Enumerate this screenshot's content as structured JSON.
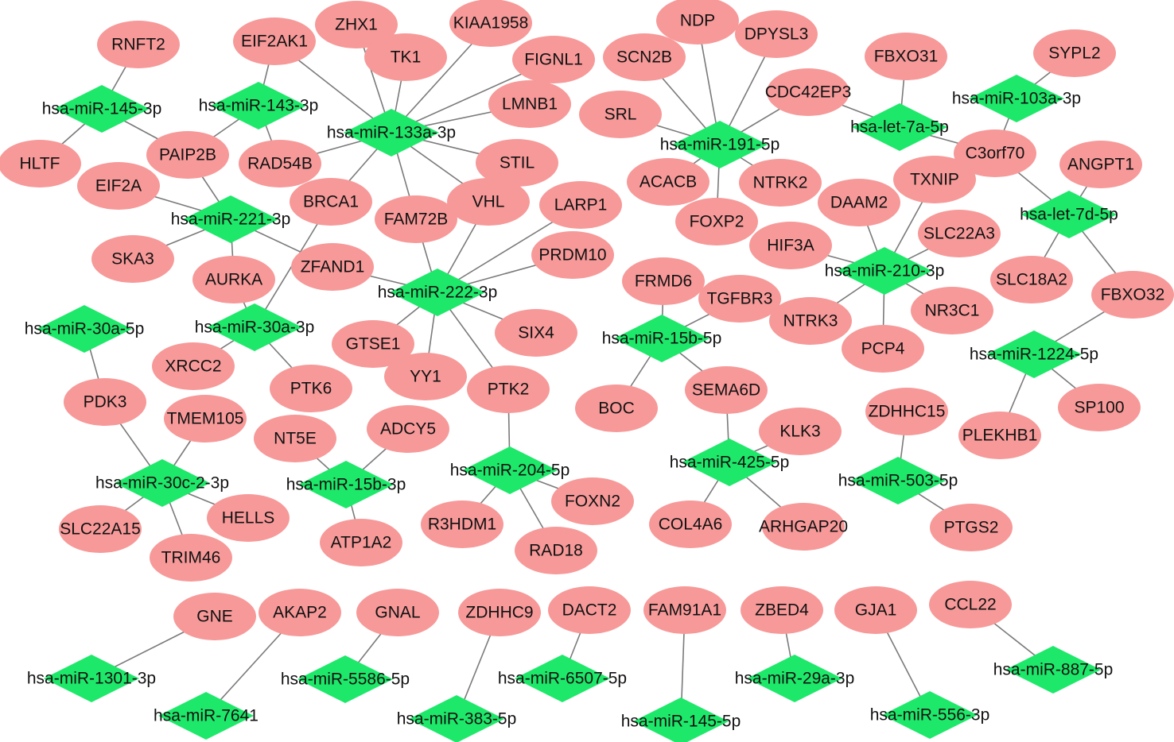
{
  "colors": {
    "gene": "#f79999",
    "mirna": "#1ee86a",
    "edge": "#7a7a7a",
    "text": "#111111"
  },
  "legend_shapes": {
    "gene": "ellipse",
    "mirna": "diamond"
  },
  "mirnas": [
    {
      "id": "m145_3p",
      "label": "hsa-miR-145-3p"
    },
    {
      "id": "m143_3p",
      "label": "hsa-miR-143-3p"
    },
    {
      "id": "m133a_3p",
      "label": "hsa-miR-133a-3p"
    },
    {
      "id": "m191_5p",
      "label": "hsa-miR-191-5p"
    },
    {
      "id": "let7a_5p",
      "label": "hsa-let-7a-5p"
    },
    {
      "id": "m103a_3p",
      "label": "hsa-miR-103a-3p"
    },
    {
      "id": "m221_3p",
      "label": "hsa-miR-221-3p"
    },
    {
      "id": "let7d_5p",
      "label": "hsa-let-7d-5p"
    },
    {
      "id": "m210_3p",
      "label": "hsa-miR-210-3p"
    },
    {
      "id": "m222_3p",
      "label": "hsa-miR-222-3p"
    },
    {
      "id": "m30a_5p",
      "label": "hsa-miR-30a-5p"
    },
    {
      "id": "m30a_3p",
      "label": "hsa-miR-30a-3p"
    },
    {
      "id": "m15b_5p",
      "label": "hsa-miR-15b-5p"
    },
    {
      "id": "m1224_5p",
      "label": "hsa-miR-1224-5p"
    },
    {
      "id": "m30c2_3p",
      "label": "hsa-miR-30c-2-3p"
    },
    {
      "id": "m15b_3p",
      "label": "hsa-miR-15b-3p"
    },
    {
      "id": "m204_5p",
      "label": "hsa-miR-204-5p"
    },
    {
      "id": "m425_5p",
      "label": "hsa-miR-425-5p"
    },
    {
      "id": "m503_5p",
      "label": "hsa-miR-503-5p"
    },
    {
      "id": "m1301_3p",
      "label": "hsa-miR-1301-3p"
    },
    {
      "id": "m7641",
      "label": "hsa-miR-7641"
    },
    {
      "id": "m5586_5p",
      "label": "hsa-miR-5586-5p"
    },
    {
      "id": "m383_5p",
      "label": "hsa-miR-383-5p"
    },
    {
      "id": "m6507_5p",
      "label": "hsa-miR-6507-5p"
    },
    {
      "id": "m145_5p",
      "label": "hsa-miR-145-5p"
    },
    {
      "id": "m29a_3p",
      "label": "hsa-miR-29a-3p"
    },
    {
      "id": "m556_3p",
      "label": "hsa-miR-556-3p"
    },
    {
      "id": "m887_5p",
      "label": "hsa-miR-887-5p"
    }
  ],
  "genes": [
    {
      "id": "RNFT2",
      "label": "RNFT2"
    },
    {
      "id": "HLTF",
      "label": "HLTF"
    },
    {
      "id": "PAIP2B",
      "label": "PAIP2B"
    },
    {
      "id": "EIF2AK1",
      "label": "EIF2AK1"
    },
    {
      "id": "RAD54B",
      "label": "RAD54B"
    },
    {
      "id": "ZHX1",
      "label": "ZHX1"
    },
    {
      "id": "TK1",
      "label": "TK1"
    },
    {
      "id": "KIAA1958",
      "label": "KIAA1958"
    },
    {
      "id": "FIGNL1",
      "label": "FIGNL1"
    },
    {
      "id": "LMNB1",
      "label": "LMNB1"
    },
    {
      "id": "STIL",
      "label": "STIL"
    },
    {
      "id": "VHL",
      "label": "VHL"
    },
    {
      "id": "FAM72B",
      "label": "FAM72B"
    },
    {
      "id": "BRCA1",
      "label": "BRCA1"
    },
    {
      "id": "NDP",
      "label": "NDP"
    },
    {
      "id": "SCN2B",
      "label": "SCN2B"
    },
    {
      "id": "DPYSL3",
      "label": "DPYSL3"
    },
    {
      "id": "CDC42EP3",
      "label": "CDC42EP3"
    },
    {
      "id": "SRL",
      "label": "SRL"
    },
    {
      "id": "ACACB",
      "label": "ACACB"
    },
    {
      "id": "NTRK2",
      "label": "NTRK2"
    },
    {
      "id": "FOXP2",
      "label": "FOXP2"
    },
    {
      "id": "FBXO31",
      "label": "FBXO31"
    },
    {
      "id": "SYPL2",
      "label": "SYPL2"
    },
    {
      "id": "C3orf70",
      "label": "C3orf70"
    },
    {
      "id": "EIF2A",
      "label": "EIF2A"
    },
    {
      "id": "SKA3",
      "label": "SKA3"
    },
    {
      "id": "AURKA",
      "label": "AURKA"
    },
    {
      "id": "ZFAND1",
      "label": "ZFAND1"
    },
    {
      "id": "LARP1",
      "label": "LARP1"
    },
    {
      "id": "PRDM10",
      "label": "PRDM10"
    },
    {
      "id": "GTSE1",
      "label": "GTSE1"
    },
    {
      "id": "YY1",
      "label": "YY1"
    },
    {
      "id": "SIX4",
      "label": "SIX4"
    },
    {
      "id": "PTK2",
      "label": "PTK2"
    },
    {
      "id": "ANGPT1",
      "label": "ANGPT1"
    },
    {
      "id": "SLC18A2",
      "label": "SLC18A2"
    },
    {
      "id": "FBXO32",
      "label": "FBXO32"
    },
    {
      "id": "TXNIP",
      "label": "TXNIP"
    },
    {
      "id": "DAAM2",
      "label": "DAAM2"
    },
    {
      "id": "SLC22A3",
      "label": "SLC22A3"
    },
    {
      "id": "HIF3A",
      "label": "HIF3A"
    },
    {
      "id": "NTRK3",
      "label": "NTRK3"
    },
    {
      "id": "PCP4",
      "label": "PCP4"
    },
    {
      "id": "NR3C1",
      "label": "NR3C1"
    },
    {
      "id": "FRMD6",
      "label": "FRMD6"
    },
    {
      "id": "TGFBR3",
      "label": "TGFBR3"
    },
    {
      "id": "BOC",
      "label": "BOC"
    },
    {
      "id": "SEMA6D",
      "label": "SEMA6D"
    },
    {
      "id": "XRCC2",
      "label": "XRCC2"
    },
    {
      "id": "PTK6",
      "label": "PTK6"
    },
    {
      "id": "PDK3",
      "label": "PDK3"
    },
    {
      "id": "TMEM105",
      "label": "TMEM105"
    },
    {
      "id": "SLC22A15",
      "label": "SLC22A15"
    },
    {
      "id": "HELLS",
      "label": "HELLS"
    },
    {
      "id": "TRIM46",
      "label": "TRIM46"
    },
    {
      "id": "NT5E",
      "label": "NT5E"
    },
    {
      "id": "ADCY5",
      "label": "ADCY5"
    },
    {
      "id": "ATP1A2",
      "label": "ATP1A2"
    },
    {
      "id": "R3HDM1",
      "label": "R3HDM1"
    },
    {
      "id": "FOXN2",
      "label": "FOXN2"
    },
    {
      "id": "RAD18",
      "label": "RAD18"
    },
    {
      "id": "KLK3",
      "label": "KLK3"
    },
    {
      "id": "COL4A6",
      "label": "COL4A6"
    },
    {
      "id": "ARHGAP20",
      "label": "ARHGAP20"
    },
    {
      "id": "ZDHHC15",
      "label": "ZDHHC15"
    },
    {
      "id": "PTGS2",
      "label": "PTGS2"
    },
    {
      "id": "PLEKHB1",
      "label": "PLEKHB1"
    },
    {
      "id": "SP100",
      "label": "SP100"
    },
    {
      "id": "GNE",
      "label": "GNE"
    },
    {
      "id": "AKAP2",
      "label": "AKAP2"
    },
    {
      "id": "GNAL",
      "label": "GNAL"
    },
    {
      "id": "ZDHHC9",
      "label": "ZDHHC9"
    },
    {
      "id": "DACT2",
      "label": "DACT2"
    },
    {
      "id": "FAM91A1",
      "label": "FAM91A1"
    },
    {
      "id": "ZBED4",
      "label": "ZBED4"
    },
    {
      "id": "GJA1",
      "label": "GJA1"
    },
    {
      "id": "CCL22",
      "label": "CCL22"
    }
  ],
  "edges": [
    [
      "m145_3p",
      "RNFT2"
    ],
    [
      "m145_3p",
      "HLTF"
    ],
    [
      "m145_3p",
      "PAIP2B"
    ],
    [
      "m143_3p",
      "EIF2AK1"
    ],
    [
      "m143_3p",
      "RAD54B"
    ],
    [
      "m143_3p",
      "PAIP2B"
    ],
    [
      "m133a_3p",
      "EIF2AK1"
    ],
    [
      "m133a_3p",
      "ZHX1"
    ],
    [
      "m133a_3p",
      "TK1"
    ],
    [
      "m133a_3p",
      "KIAA1958"
    ],
    [
      "m133a_3p",
      "FIGNL1"
    ],
    [
      "m133a_3p",
      "LMNB1"
    ],
    [
      "m133a_3p",
      "STIL"
    ],
    [
      "m133a_3p",
      "VHL"
    ],
    [
      "m133a_3p",
      "FAM72B"
    ],
    [
      "m133a_3p",
      "BRCA1"
    ],
    [
      "m133a_3p",
      "RAD54B"
    ],
    [
      "m191_5p",
      "NDP"
    ],
    [
      "m191_5p",
      "SCN2B"
    ],
    [
      "m191_5p",
      "DPYSL3"
    ],
    [
      "m191_5p",
      "CDC42EP3"
    ],
    [
      "m191_5p",
      "SRL"
    ],
    [
      "m191_5p",
      "ACACB"
    ],
    [
      "m191_5p",
      "NTRK2"
    ],
    [
      "m191_5p",
      "FOXP2"
    ],
    [
      "let7a_5p",
      "FBXO31"
    ],
    [
      "let7a_5p",
      "CDC42EP3"
    ],
    [
      "let7a_5p",
      "C3orf70"
    ],
    [
      "m103a_3p",
      "SYPL2"
    ],
    [
      "m103a_3p",
      "C3orf70"
    ],
    [
      "m221_3p",
      "EIF2A"
    ],
    [
      "m221_3p",
      "PAIP2B"
    ],
    [
      "m221_3p",
      "SKA3"
    ],
    [
      "m221_3p",
      "AURKA"
    ],
    [
      "m221_3p",
      "ZFAND1"
    ],
    [
      "let7d_5p",
      "C3orf70"
    ],
    [
      "let7d_5p",
      "ANGPT1"
    ],
    [
      "let7d_5p",
      "SLC18A2"
    ],
    [
      "let7d_5p",
      "FBXO32"
    ],
    [
      "m210_3p",
      "DAAM2"
    ],
    [
      "m210_3p",
      "TXNIP"
    ],
    [
      "m210_3p",
      "HIF3A"
    ],
    [
      "m210_3p",
      "SLC22A3"
    ],
    [
      "m210_3p",
      "NTRK3"
    ],
    [
      "m210_3p",
      "PCP4"
    ],
    [
      "m210_3p",
      "NR3C1"
    ],
    [
      "m222_3p",
      "FAM72B"
    ],
    [
      "m222_3p",
      "VHL"
    ],
    [
      "m222_3p",
      "LARP1"
    ],
    [
      "m222_3p",
      "PRDM10"
    ],
    [
      "m222_3p",
      "ZFAND1"
    ],
    [
      "m222_3p",
      "GTSE1"
    ],
    [
      "m222_3p",
      "YY1"
    ],
    [
      "m222_3p",
      "SIX4"
    ],
    [
      "m222_3p",
      "PTK2"
    ],
    [
      "m30a_5p",
      "PDK3"
    ],
    [
      "m30a_3p",
      "AURKA"
    ],
    [
      "m30a_3p",
      "BRCA1"
    ],
    [
      "m30a_3p",
      "XRCC2"
    ],
    [
      "m30a_3p",
      "PTK6"
    ],
    [
      "m15b_5p",
      "FRMD6"
    ],
    [
      "m15b_5p",
      "TGFBR3"
    ],
    [
      "m15b_5p",
      "BOC"
    ],
    [
      "m15b_5p",
      "SEMA6D"
    ],
    [
      "m1224_5p",
      "FBXO32"
    ],
    [
      "m1224_5p",
      "PLEKHB1"
    ],
    [
      "m1224_5p",
      "SP100"
    ],
    [
      "m30c2_3p",
      "PDK3"
    ],
    [
      "m30c2_3p",
      "TMEM105"
    ],
    [
      "m30c2_3p",
      "SLC22A15"
    ],
    [
      "m30c2_3p",
      "HELLS"
    ],
    [
      "m30c2_3p",
      "TRIM46"
    ],
    [
      "m15b_3p",
      "NT5E"
    ],
    [
      "m15b_3p",
      "ADCY5"
    ],
    [
      "m15b_3p",
      "ATP1A2"
    ],
    [
      "m204_5p",
      "PTK2"
    ],
    [
      "m204_5p",
      "R3HDM1"
    ],
    [
      "m204_5p",
      "FOXN2"
    ],
    [
      "m204_5p",
      "RAD18"
    ],
    [
      "m425_5p",
      "SEMA6D"
    ],
    [
      "m425_5p",
      "KLK3"
    ],
    [
      "m425_5p",
      "COL4A6"
    ],
    [
      "m425_5p",
      "ARHGAP20"
    ],
    [
      "m503_5p",
      "ZDHHC15"
    ],
    [
      "m503_5p",
      "PTGS2"
    ],
    [
      "m1301_3p",
      "GNE"
    ],
    [
      "m7641",
      "AKAP2"
    ],
    [
      "m5586_5p",
      "GNAL"
    ],
    [
      "m383_5p",
      "ZDHHC9"
    ],
    [
      "m6507_5p",
      "DACT2"
    ],
    [
      "m145_5p",
      "FAM91A1"
    ],
    [
      "m29a_3p",
      "ZBED4"
    ],
    [
      "m556_3p",
      "GJA1"
    ],
    [
      "m887_5p",
      "CCL22"
    ]
  ]
}
